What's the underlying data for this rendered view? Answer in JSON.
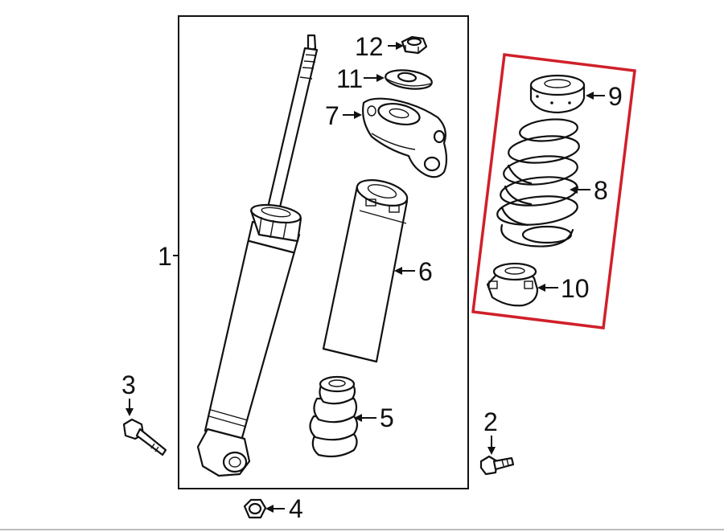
{
  "labels": {
    "p1": "1",
    "p2": "2",
    "p3": "3",
    "p4": "4",
    "p5": "5",
    "p6": "6",
    "p7": "7",
    "p8": "8",
    "p9": "9",
    "p10": "10",
    "p11": "11",
    "p12": "12"
  },
  "colors": {
    "line": "#111111",
    "highlight": "#d0202a",
    "background": "#ffffff"
  }
}
